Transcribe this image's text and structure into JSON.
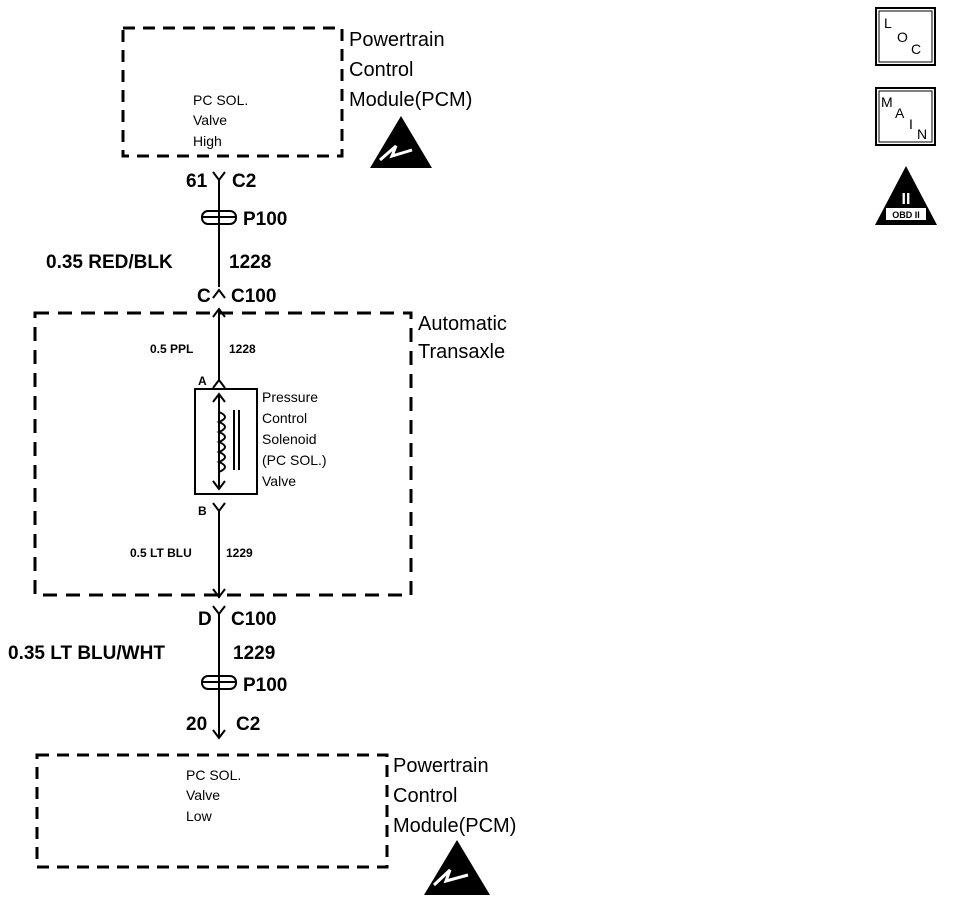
{
  "top_pcm": {
    "title_lines": [
      "Powertrain",
      "Control",
      "Module(PCM)"
    ],
    "pin_lines": [
      "PC SOL.",
      "Valve",
      "High"
    ],
    "pin": "61",
    "connector": "C2"
  },
  "splice_top": "P100",
  "wire_top": {
    "size_color": "0.35 RED/BLK",
    "circuit": "1228"
  },
  "c100_top": {
    "pin": "C",
    "connector": "C100"
  },
  "transaxle": {
    "title_lines": [
      "Automatic",
      "Transaxle"
    ],
    "wire_upper": {
      "size_color": "0.5 PPL",
      "circuit": "1228"
    },
    "pin_a": "A",
    "solenoid_lines": [
      "Pressure",
      "Control",
      "Solenoid",
      "(PC SOL.)",
      "Valve"
    ],
    "pin_b": "B",
    "wire_lower": {
      "size_color": "0.5 LT BLU",
      "circuit": "1229"
    }
  },
  "c100_bottom": {
    "pin": "D",
    "connector": "C100"
  },
  "wire_bottom": {
    "size_color": "0.35 LT BLU/WHT",
    "circuit": "1229"
  },
  "splice_bottom": "P100",
  "bottom_pcm": {
    "title_lines": [
      "Powertrain",
      "Control",
      "Module(PCM)"
    ],
    "pin_lines": [
      "PC SOL.",
      "Valve",
      "Low"
    ],
    "pin": "20",
    "connector": "C2"
  },
  "side_icons": {
    "loc": [
      "L",
      "O",
      "C"
    ],
    "main": [
      "M",
      "A",
      "I",
      "N"
    ],
    "obd": {
      "numeral": "II",
      "label": "OBD II"
    }
  }
}
